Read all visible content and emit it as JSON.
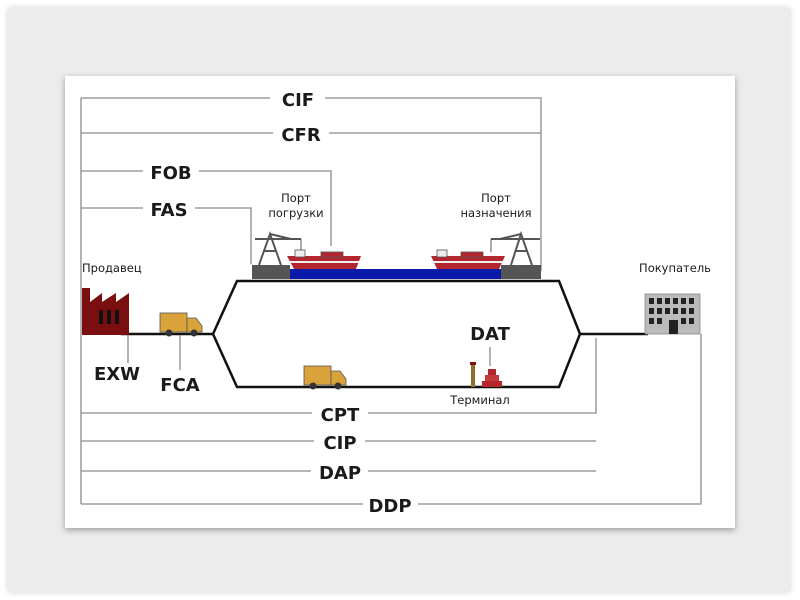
{
  "terms": {
    "cif": "CIF",
    "cfr": "CFR",
    "fob": "FOB",
    "fas": "FAS",
    "exw": "EXW",
    "fca": "FCA",
    "dat": "DAT",
    "cpt": "CPT",
    "cip": "CIP",
    "dap": "DAP",
    "ddp": "DDP"
  },
  "labels": {
    "seller": "Продавец",
    "buyer": "Покупатель",
    "port_loading_1": "Порт",
    "port_loading_2": "погрузки",
    "port_dest_1": "Порт",
    "port_dest_2": "назначения",
    "terminal": "Терминал"
  },
  "colors": {
    "line": "#8a8a8a",
    "road": "#111111",
    "water": "#0a1aa8",
    "port": "#555555",
    "factory": "#7a0f10",
    "truck": "#d9a23a",
    "ship_hull": "#b3262e",
    "building": "#bbbbbb",
    "crane": "#555555"
  },
  "icons": [
    "factory-icon",
    "truck-icon",
    "ship-icon",
    "crane-icon",
    "building-icon",
    "terminal-icon"
  ]
}
